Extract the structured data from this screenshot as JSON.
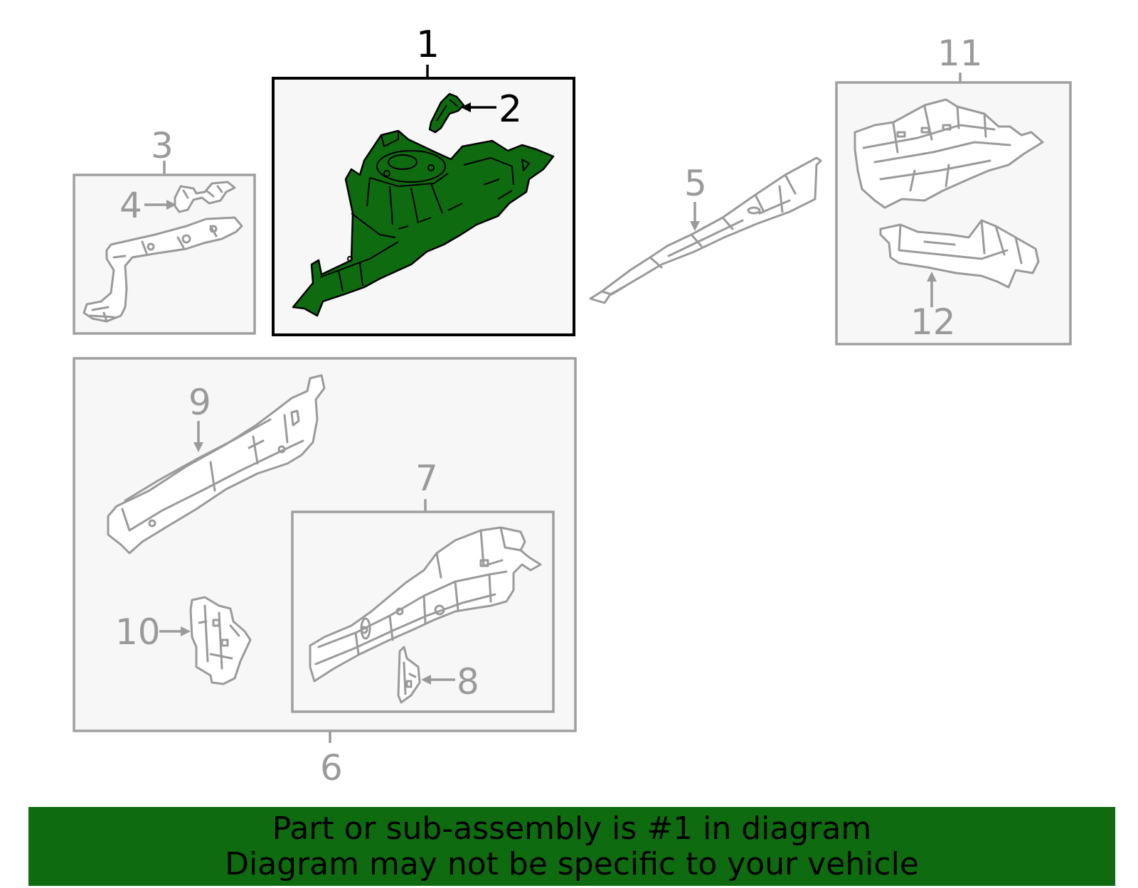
{
  "diagram": {
    "callouts": {
      "c1": "1",
      "c2": "2",
      "c3": "3",
      "c4": "4",
      "c5": "5",
      "c6": "6",
      "c7": "7",
      "c8": "8",
      "c9": "9",
      "c10": "10",
      "c11": "11",
      "c12": "12"
    },
    "highlight_part": "1",
    "colors": {
      "highlight_fill": "#0f6b0f",
      "outline_gray": "#9a9a9a",
      "box_background": "#f7f7f7",
      "banner_background": "#0f6b0f"
    }
  },
  "banner": {
    "line1": "Part or sub-assembly is #1 in diagram",
    "line2": "Diagram may not be specific to your vehicle"
  }
}
